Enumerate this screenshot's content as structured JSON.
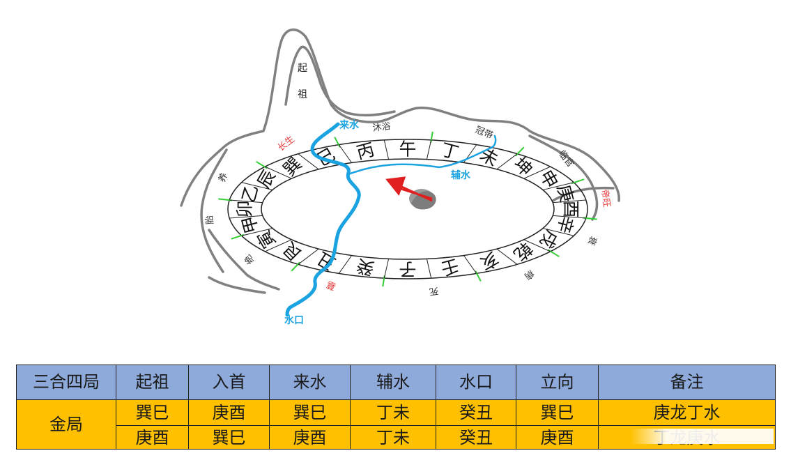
{
  "diagram": {
    "mountain_labels": [
      "起",
      "祖"
    ],
    "ring": [
      "丙",
      "午",
      "丁",
      "未",
      "坤",
      "申",
      "庚",
      "酉",
      "辛",
      "戌",
      "乾",
      "亥",
      "壬",
      "子",
      "癸",
      "丑",
      "艮",
      "寅",
      "甲",
      "卯",
      "乙",
      "辰",
      "巽",
      "巳"
    ],
    "outer_labels": [
      {
        "text": "沐浴",
        "red": false
      },
      {
        "text": "冠带",
        "red": false
      },
      {
        "text": "临官",
        "red": false
      },
      {
        "text": "帝旺",
        "red": true
      },
      {
        "text": "衰",
        "red": false
      },
      {
        "text": "病",
        "red": false
      },
      {
        "text": "死",
        "red": false
      },
      {
        "text": "墓",
        "red": true
      },
      {
        "text": "绝",
        "red": false
      },
      {
        "text": "胎",
        "red": false
      },
      {
        "text": "养",
        "red": false
      },
      {
        "text": "长生",
        "red": true
      }
    ],
    "water_labels": {
      "incoming": "来水",
      "auxiliary": "辅水",
      "outlet": "水口"
    }
  },
  "table": {
    "headers": [
      "三合四局",
      "起祖",
      "入首",
      "来水",
      "辅水",
      "水口",
      "立向",
      "备注"
    ],
    "group_label": "金局",
    "rows": [
      [
        "巽巳",
        "庚酉",
        "巽巳",
        "丁未",
        "癸丑",
        "巽巳",
        "庚龙丁水"
      ],
      [
        "庚酉",
        "巽巳",
        "庚酉",
        "丁未",
        "癸丑",
        "庚酉",
        "丁龙庚水"
      ]
    ]
  },
  "colors": {
    "water": "#1aa3e0",
    "mountain": "#808080",
    "arrow": "#e02020",
    "ticks": "#33cc33",
    "header_bg": "#8eaadb",
    "body_bg": "#ffc000"
  }
}
